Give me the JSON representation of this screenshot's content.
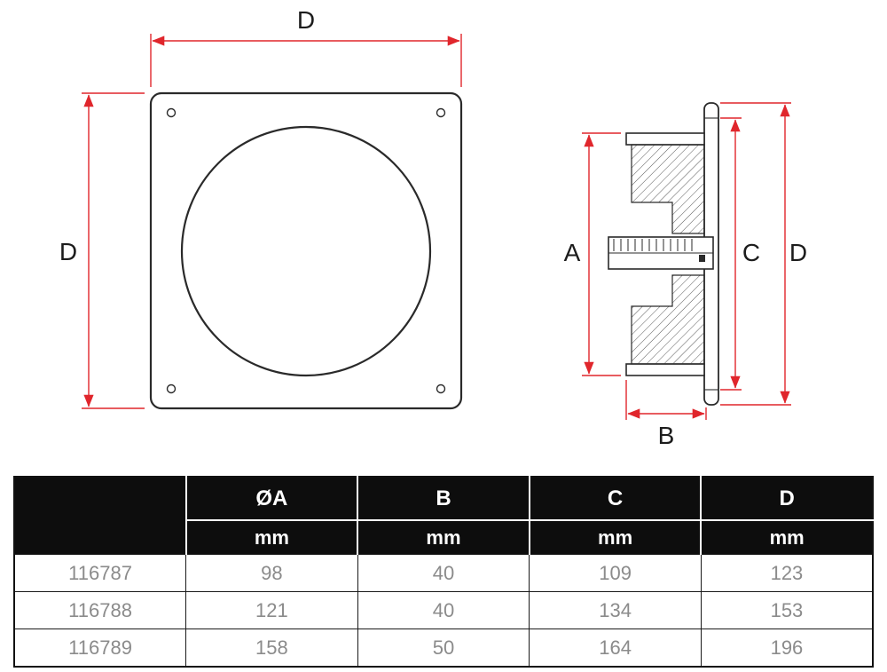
{
  "diagram": {
    "front_view": {
      "dim_top_label": "D",
      "dim_left_label": "D"
    },
    "side_view": {
      "dim_a_label": "A",
      "dim_b_label": "B",
      "dim_c_label": "C",
      "dim_d_label": "D"
    }
  },
  "colors": {
    "dimension_red": "#e0262c",
    "line_dark": "#2a2a2a",
    "table_header_bg": "#0d0d0d",
    "table_text_gray": "#8b8b8b"
  },
  "table": {
    "col_headers": [
      "ØA",
      "B",
      "C",
      "D"
    ],
    "unit_row": [
      "mm",
      "mm",
      "mm",
      "mm"
    ],
    "rows": [
      {
        "article": "116787",
        "a": "98",
        "b": "40",
        "c": "109",
        "d": "123"
      },
      {
        "article": "116788",
        "a": "121",
        "b": "40",
        "c": "134",
        "d": "153"
      },
      {
        "article": "116789",
        "a": "158",
        "b": "50",
        "c": "164",
        "d": "196"
      }
    ]
  }
}
